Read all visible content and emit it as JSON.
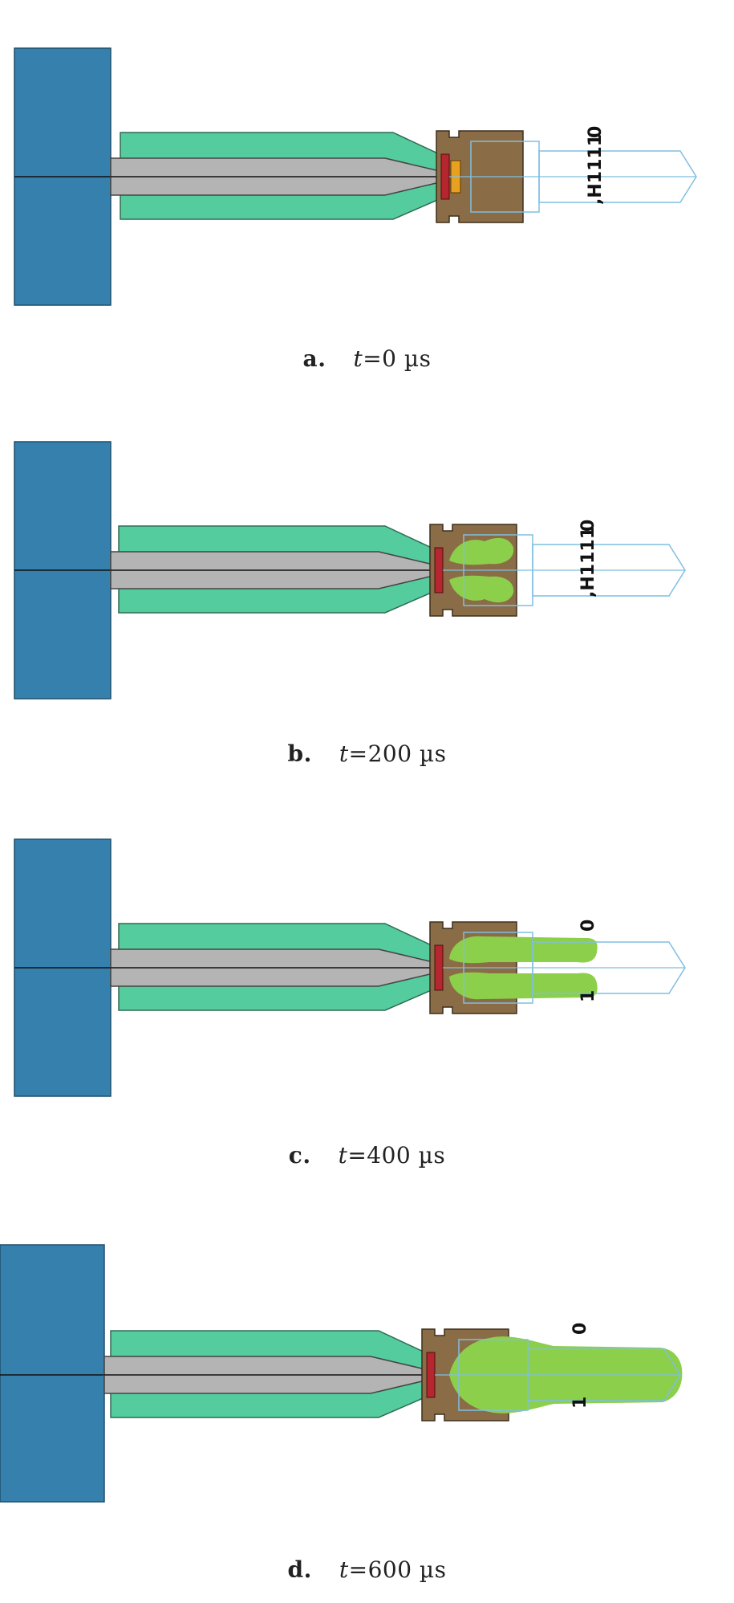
{
  "panels": [
    {
      "letter": "a.",
      "time_var": "t",
      "time_rest": "=0 µs",
      "label_main": ",H1111",
      "label_top": "0",
      "stage": 0
    },
    {
      "letter": "b.",
      "time_var": "t",
      "time_rest": "=200 µs",
      "label_main": ",H1111",
      "label_top": "0",
      "stage": 1
    },
    {
      "letter": "c.",
      "time_var": "t",
      "time_rest": "=400 µs",
      "label_main": "1",
      "label_top": "0",
      "stage": 2
    },
    {
      "letter": "d.",
      "time_var": "t",
      "time_rest": "=600 µs",
      "label_main": "1",
      "label_top": "0",
      "stage": 3
    }
  ],
  "colors": {
    "block": "#3580ad",
    "sleeve": "#55cc9d",
    "rod": "#b4b4b4",
    "housing": "#8a6d47",
    "charge": "#b5262e",
    "accent": "#e8a020",
    "product": "#8ccf4a",
    "tube": "#7fbfe0"
  }
}
